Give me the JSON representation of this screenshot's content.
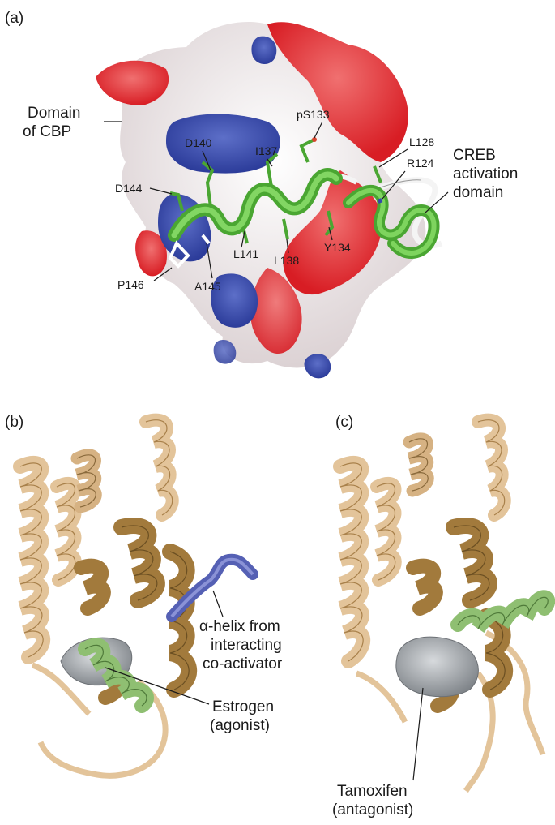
{
  "panels": {
    "a": {
      "label": "(a)",
      "domain_label_line1": "Domain",
      "domain_label_line2": "of CBP",
      "creb_line1": "CREB",
      "creb_line2": "activation",
      "creb_line3": "domain",
      "residues": [
        "pS133",
        "L128",
        "R124",
        "D140",
        "I137",
        "D144",
        "L141",
        "L138",
        "Y134",
        "P146",
        "A145"
      ]
    },
    "b": {
      "label": "(b)",
      "helix_line1": "α-helix from",
      "helix_line2": "interacting",
      "helix_line3": "co-activator",
      "ligand_line1": "Estrogen",
      "ligand_line2": "(agonist)"
    },
    "c": {
      "label": "(c)",
      "ligand_line1": "Tamoxifen",
      "ligand_line2": "(antagonist)"
    }
  },
  "colors": {
    "surface_red": "#e0242a",
    "surface_blue": "#3447a8",
    "surface_white": "#f2eeee",
    "helix_green": "#5dbb3f",
    "ribbon_tan": "#e3c49a",
    "ribbon_brown": "#a8803d",
    "coactivator_blue": "#5560b4",
    "helix12_green": "#8fbf72",
    "ligand_gray": "#8f949a"
  }
}
